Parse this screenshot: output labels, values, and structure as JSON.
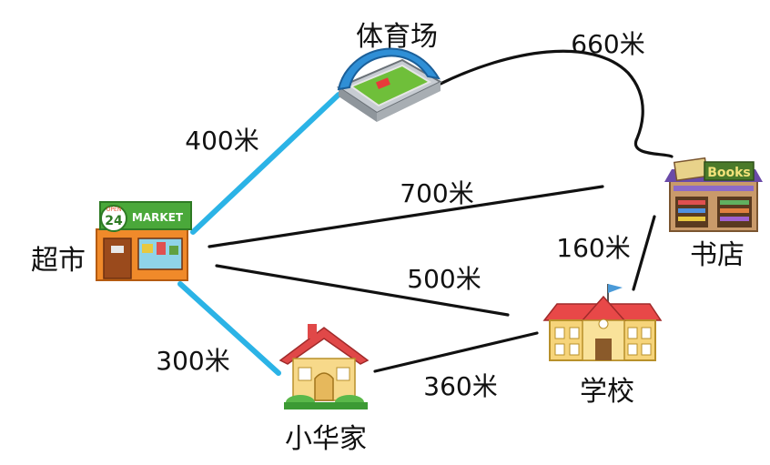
{
  "places": {
    "stadium": "体育场",
    "supermarket": "超市",
    "bookstore": "书店",
    "school": "学校",
    "home": "小华家"
  },
  "routes": {
    "supermarket_stadium": "400米",
    "stadium_bookstore": "660米",
    "supermarket_bookstore": "700米",
    "supermarket_school": "500米",
    "bookstore_school": "160米",
    "supermarket_home": "300米",
    "home_school": "360米"
  },
  "icons": {
    "market_text_open": "OPEN",
    "market_text_24": "24",
    "market_text_brand": "MARKET",
    "bookstore_sign": "Books"
  },
  "colors": {
    "highlight_route": "#2bb3e6",
    "route": "#111111"
  }
}
